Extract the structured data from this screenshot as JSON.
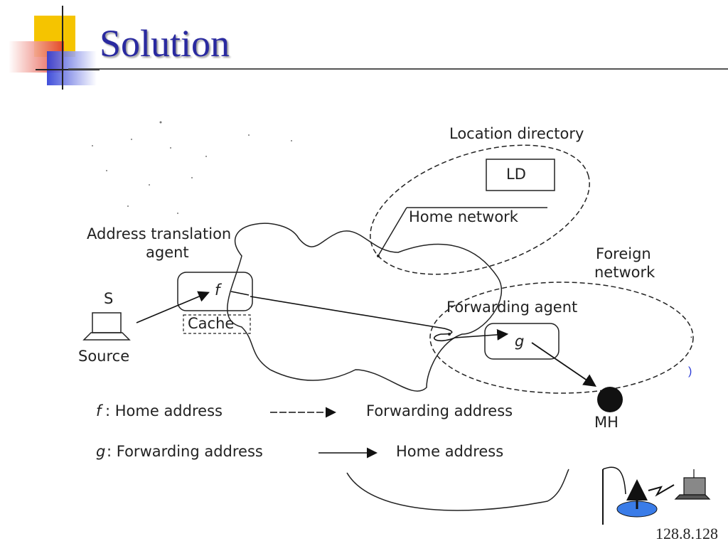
{
  "title": "Solution",
  "labels": {
    "location_directory": "Location directory",
    "ld": "LD",
    "home_network": "Home network",
    "address_translation_agent_line1": "Address translation",
    "address_translation_agent_line2": "agent",
    "foreign_network_line1": "Foreign",
    "foreign_network_line2": "network",
    "forwarding_agent": "Forwarding agent",
    "f_node": "f",
    "g_node": "g",
    "cache": "Cache",
    "s": "S",
    "source": "Source",
    "mh": "MH"
  },
  "legend": [
    {
      "symbol": "f",
      "from": ": Home address",
      "to": "Forwarding address"
    },
    {
      "symbol": "g",
      "from": ": Forwarding address",
      "to": "Home address"
    }
  ],
  "footer": "128.8.128",
  "colors": {
    "title": "#2a2aa0",
    "deco_yellow": "#f5c400",
    "deco_red": "#e23a2a",
    "deco_blue": "#2b3bd6",
    "pad_blue": "#3a7ce8"
  }
}
